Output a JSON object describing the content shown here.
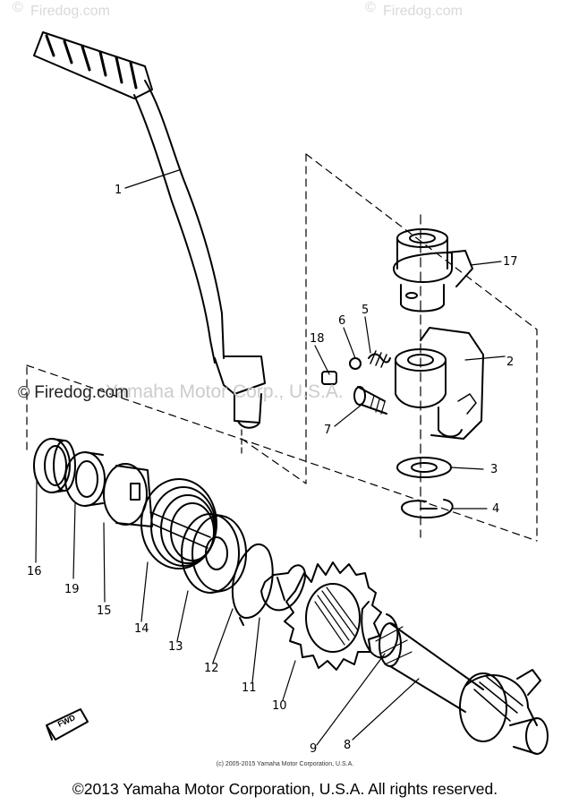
{
  "watermarks": {
    "top_left": "Firedog.com",
    "top_right": "Firedog.com",
    "middle": "Firedog.com",
    "manufacturer": "Yamaha Motor Corp., U.S.A."
  },
  "parts": [
    {
      "number": "1"
    },
    {
      "number": "2"
    },
    {
      "number": "3"
    },
    {
      "number": "4"
    },
    {
      "number": "5"
    },
    {
      "number": "6"
    },
    {
      "number": "7"
    },
    {
      "number": "8"
    },
    {
      "number": "9"
    },
    {
      "number": "10"
    },
    {
      "number": "11"
    },
    {
      "number": "12"
    },
    {
      "number": "13"
    },
    {
      "number": "14"
    },
    {
      "number": "15"
    },
    {
      "number": "16"
    },
    {
      "number": "17"
    },
    {
      "number": "18"
    },
    {
      "number": "19"
    }
  ],
  "fwd_label": "FWD",
  "small_copyright": "(c) 2005-2015 Yamaha Motor Corporation, U.S.A.",
  "copyright": "©2013 Yamaha Motor Corporation, U.S.A. All rights reserved."
}
